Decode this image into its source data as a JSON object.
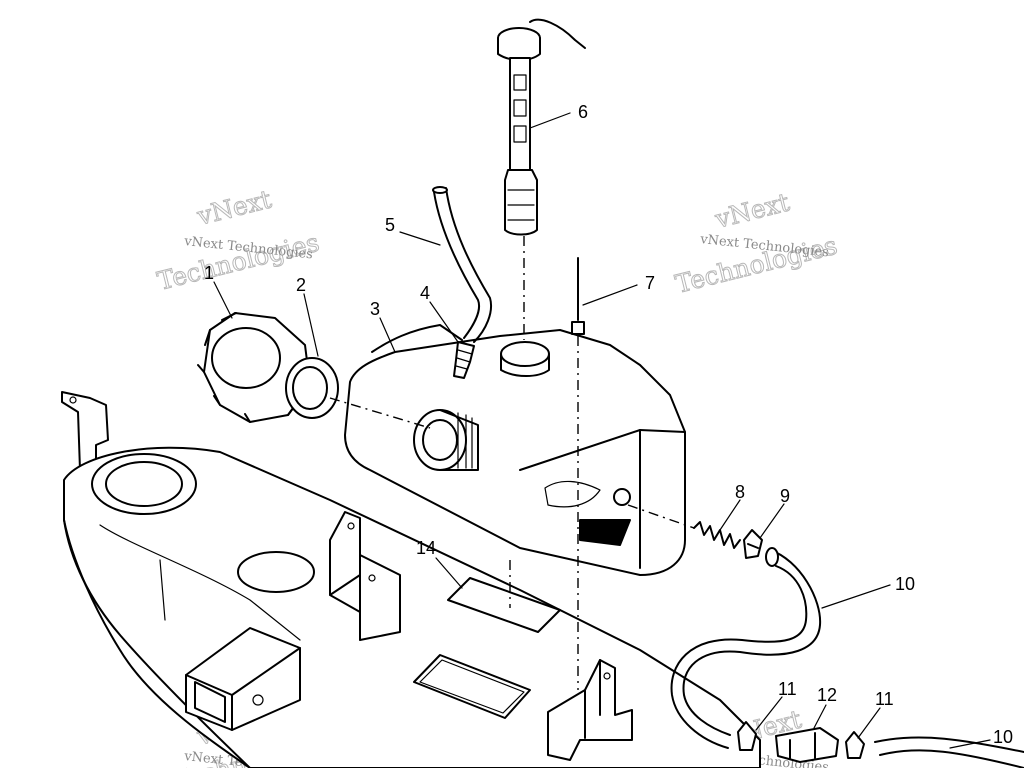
{
  "callouts": [
    {
      "id": "1",
      "text": "1"
    },
    {
      "id": "2",
      "text": "2"
    },
    {
      "id": "3",
      "text": "3"
    },
    {
      "id": "4",
      "text": "4"
    },
    {
      "id": "5",
      "text": "5"
    },
    {
      "id": "6",
      "text": "6"
    },
    {
      "id": "7",
      "text": "7"
    },
    {
      "id": "8",
      "text": "8"
    },
    {
      "id": "9",
      "text": "9"
    },
    {
      "id": "10a",
      "text": "10"
    },
    {
      "id": "10b",
      "text": "10"
    },
    {
      "id": "11a",
      "text": "11"
    },
    {
      "id": "11b",
      "text": "11"
    },
    {
      "id": "12",
      "text": "12"
    },
    {
      "id": "14",
      "text": "14"
    }
  ],
  "watermark": {
    "small_text": "vNext Technologies",
    "big_line1": "vNext",
    "big_line2": "Technologies"
  }
}
